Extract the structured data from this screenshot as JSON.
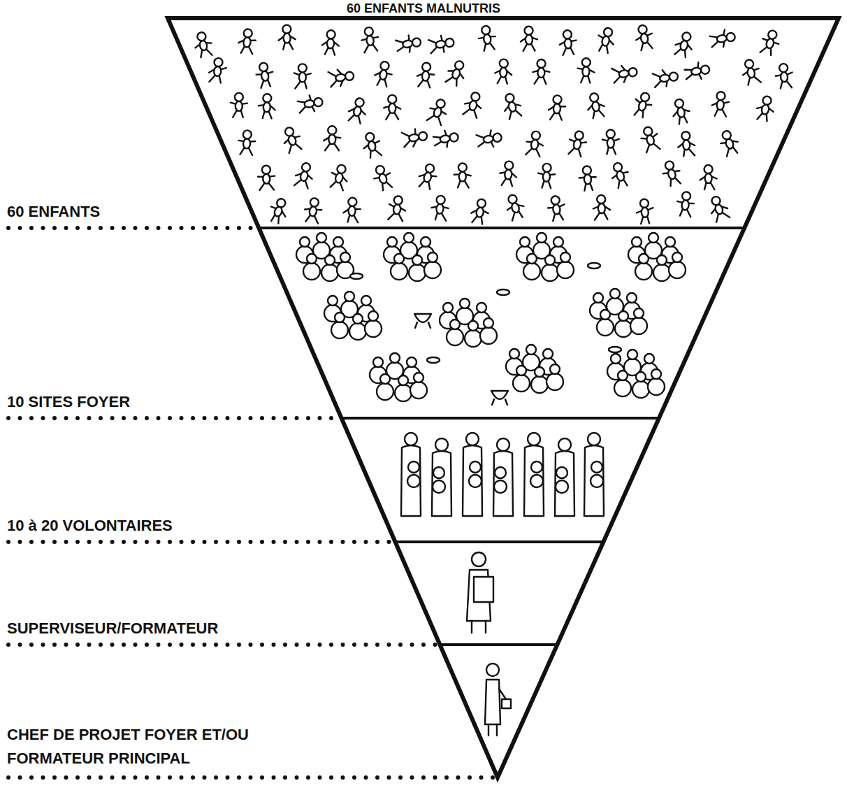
{
  "diagram": {
    "title": "60 ENFANTS MALNUTRIS",
    "labels": [
      "60 ENFANTS",
      "10 SITES FOYER",
      "10 à 20 VOLONTAIRES",
      "SUPERVISEUR/FORMATEUR",
      "CHEF DE PROJET FOYER ET/OU FORMATEUR PRINCIPAL"
    ]
  }
}
